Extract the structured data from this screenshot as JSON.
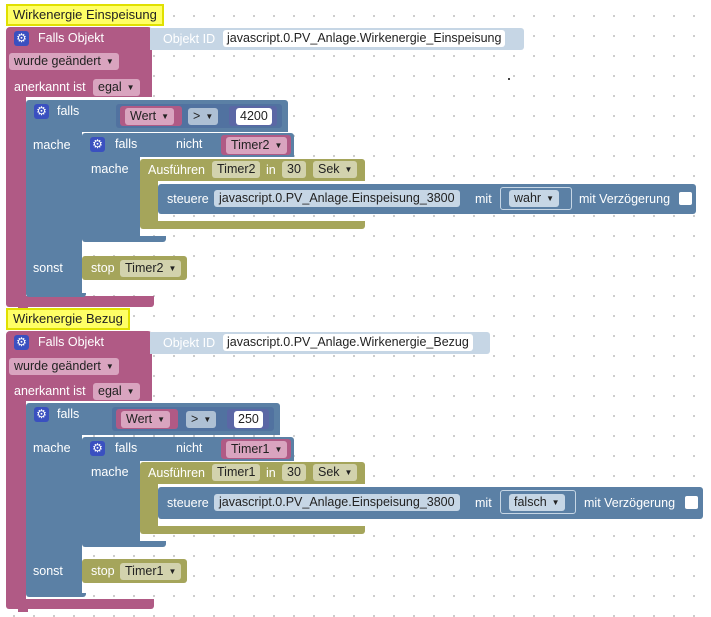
{
  "events": [
    {
      "comment": "Wirkenergie Einspeisung",
      "trigger_title": "Falls Objekt",
      "object_id_label": "Objekt ID",
      "object_id": "javascript.0.PV_Anlage.Wirkenergie_Einspeisung",
      "changed_option": "wurde geändert",
      "ack_label": "anerkannt ist",
      "ack_value": "egal",
      "if_label": "falls",
      "value_label": "Wert",
      "operator": ">",
      "threshold": "4200",
      "do_label": "mache",
      "inner_if_label": "falls",
      "not_label": "nicht",
      "inner_timer": "Timer2",
      "inner_do_label": "mache",
      "run_label": "Ausführen",
      "run_timer": "Timer2",
      "in_label": "in",
      "delay": "30",
      "unit": "Sek",
      "control_label": "steuere",
      "target_id": "javascript.0.PV_Anlage.Einspeisung_3800",
      "with_label": "mit",
      "value": "wahr",
      "delay_label": "mit Verzögerung",
      "else_label": "sonst",
      "stop_label": "stop",
      "stop_timer": "Timer2"
    },
    {
      "comment": "Wirkenergie Bezug",
      "trigger_title": "Falls Objekt",
      "object_id_label": "Objekt ID",
      "object_id": "javascript.0.PV_Anlage.Wirkenergie_Bezug",
      "changed_option": "wurde geändert",
      "ack_label": "anerkannt ist",
      "ack_value": "egal",
      "if_label": "falls",
      "value_label": "Wert",
      "operator": ">",
      "threshold": "250",
      "do_label": "mache",
      "inner_if_label": "falls",
      "not_label": "nicht",
      "inner_timer": "Timer1",
      "inner_do_label": "mache",
      "run_label": "Ausführen",
      "run_timer": "Timer1",
      "in_label": "in",
      "delay": "30",
      "unit": "Sek",
      "control_label": "steuere",
      "target_id": "javascript.0.PV_Anlage.Einspeisung_3800",
      "with_label": "mit",
      "value": "falsch",
      "delay_label": "mit Verzögerung",
      "else_label": "sonst",
      "stop_label": "stop",
      "stop_timer": "Timer1"
    }
  ],
  "icons": {
    "gear": "gear-icon",
    "dropdown": "dropdown-arrow-icon",
    "checkbox": "checkbox-icon"
  },
  "colors": {
    "event": "#b05a85",
    "logic": "#5b80a5",
    "timer": "#a5a55b",
    "comment": "#ffff66"
  }
}
